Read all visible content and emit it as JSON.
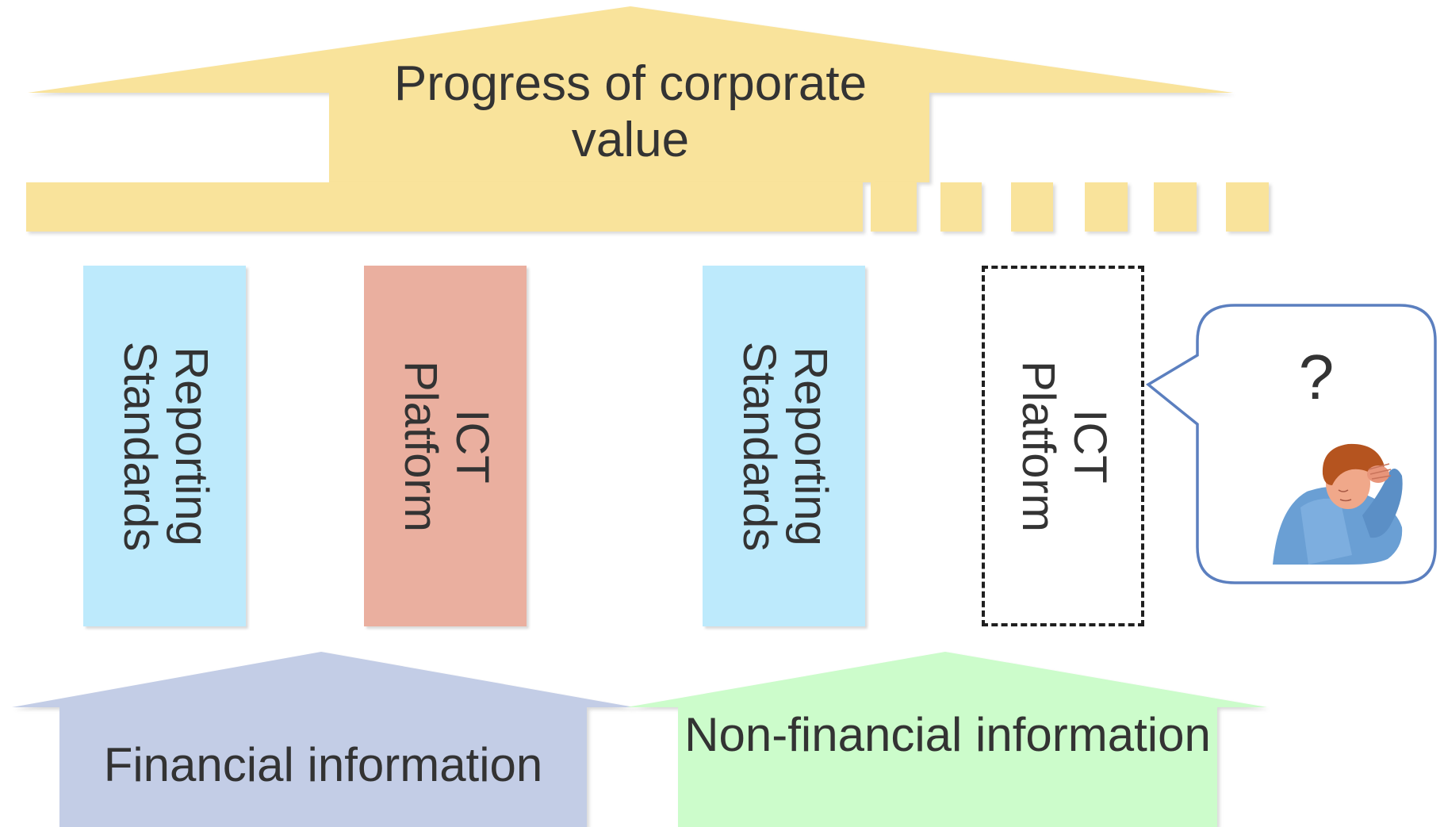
{
  "roof": {
    "label": "Progress of corporate value"
  },
  "pillars": [
    {
      "line1": "Reporting",
      "line2": "Standards"
    },
    {
      "line1": "ICT",
      "line2": "Platform"
    },
    {
      "line1": "Reporting",
      "line2": "Standards"
    },
    {
      "line1": "ICT",
      "line2": "Platform"
    }
  ],
  "foundation": {
    "financial": "Financial information",
    "nonfinancial": "Non-financial information"
  },
  "callout": {
    "symbol": "?",
    "figure_icon": "troubled-person-icon"
  },
  "colors": {
    "roof": "#f9e39b",
    "pillar_blue": "#bdeafc",
    "pillar_red": "#eaaf9f",
    "financial": "#c3cde6",
    "nonfinancial": "#ccfccb",
    "bubble_border": "#5b7fbf"
  }
}
